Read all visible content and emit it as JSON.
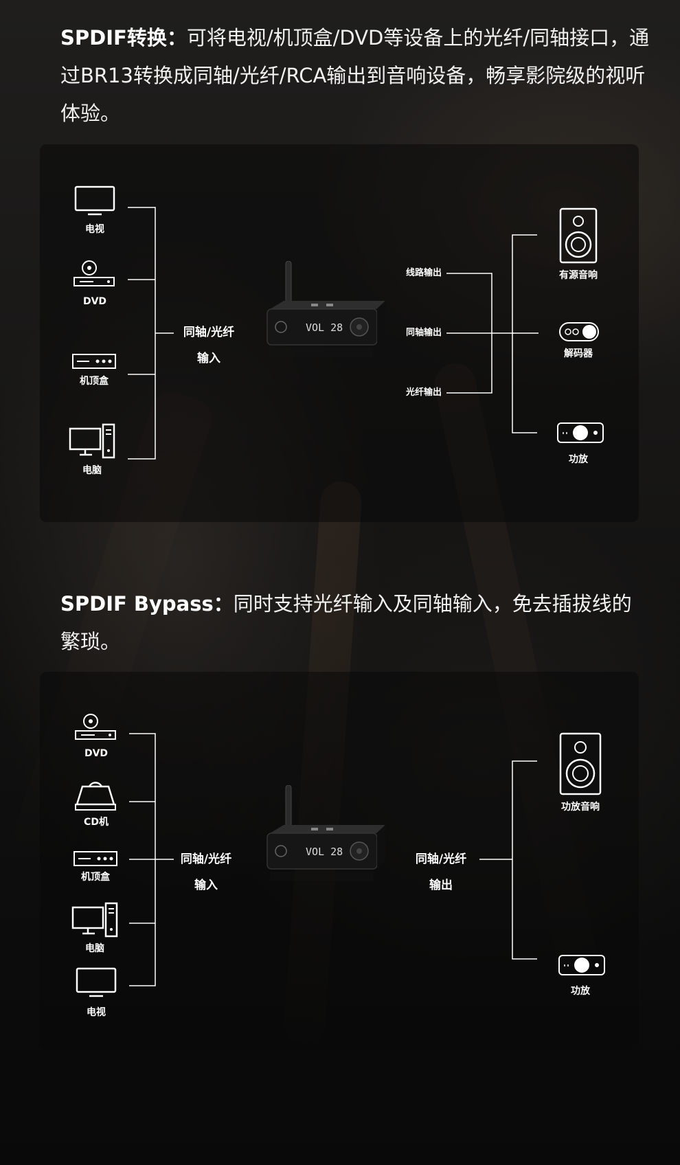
{
  "section1": {
    "title": "SPDIF转换：",
    "description": "可将电视/机顶盒/DVD等设备上的光纤/同轴接口，通过BR13转换成同轴/光纤/RCA输出到音响设备，畅享影院级的视听体验。",
    "inputs": [
      "电视",
      "DVD",
      "机顶盒",
      "电脑"
    ],
    "input_label_line1": "同轴/光纤",
    "input_label_line2": "输入",
    "output_types": [
      "线路输出",
      "同轴输出",
      "光纤输出"
    ],
    "outputs": [
      "有源音响",
      "解码器",
      "功放"
    ],
    "device_display": "VOL 28"
  },
  "section2": {
    "title": "SPDIF Bypass：",
    "description": "同时支持光纤输入及同轴输入，免去插拔线的繁琐。",
    "inputs": [
      "DVD",
      "CD机",
      "机顶盒",
      "电脑",
      "电视"
    ],
    "input_label_line1": "同轴/光纤",
    "input_label_line2": "输入",
    "output_label_line1": "同轴/光纤",
    "output_label_line2": "输出",
    "outputs": [
      "功放音响",
      "功放"
    ],
    "device_display": "VOL 28"
  },
  "colors": {
    "line": "#ffffff",
    "panel": "#0a0a0a",
    "device": "#1c1c1c"
  }
}
